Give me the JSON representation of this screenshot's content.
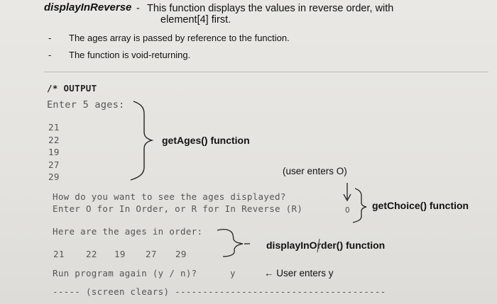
{
  "header": {
    "function_name": "displayInReverse",
    "dash": "-",
    "description_line1": "This function displays the values in reverse order, with",
    "description_line2": "element[4] first."
  },
  "bullets": [
    {
      "marker": "-",
      "text": "The ages array is passed by reference to the function."
    },
    {
      "marker": "-",
      "text": "The function is void-returning."
    }
  ],
  "output": {
    "comment": "/* OUTPUT",
    "prompt": "Enter 5 ages:",
    "ages": [
      "21",
      "22",
      "19",
      "27",
      "29"
    ],
    "question_line1": "How do you want to see the ages displayed?",
    "question_line2": "Enter O for In Order, or R for In Reverse (R)",
    "user_choice": "O",
    "order_heading": "Here are the ages in order:",
    "ordered_ages": [
      "21",
      "22",
      "19",
      "27",
      "29"
    ],
    "run_again": "Run program again (y / n)?",
    "run_again_answer": "y",
    "screen_clears": "-----  (screen clears)  --------------------------------------"
  },
  "annotations": {
    "get_ages": "getAges() function",
    "user_enters_o": "(user enters O)",
    "get_choice": "getChoice() function",
    "display_in_order": "displayInOrder() function",
    "user_enters_y": "← User enters y"
  }
}
